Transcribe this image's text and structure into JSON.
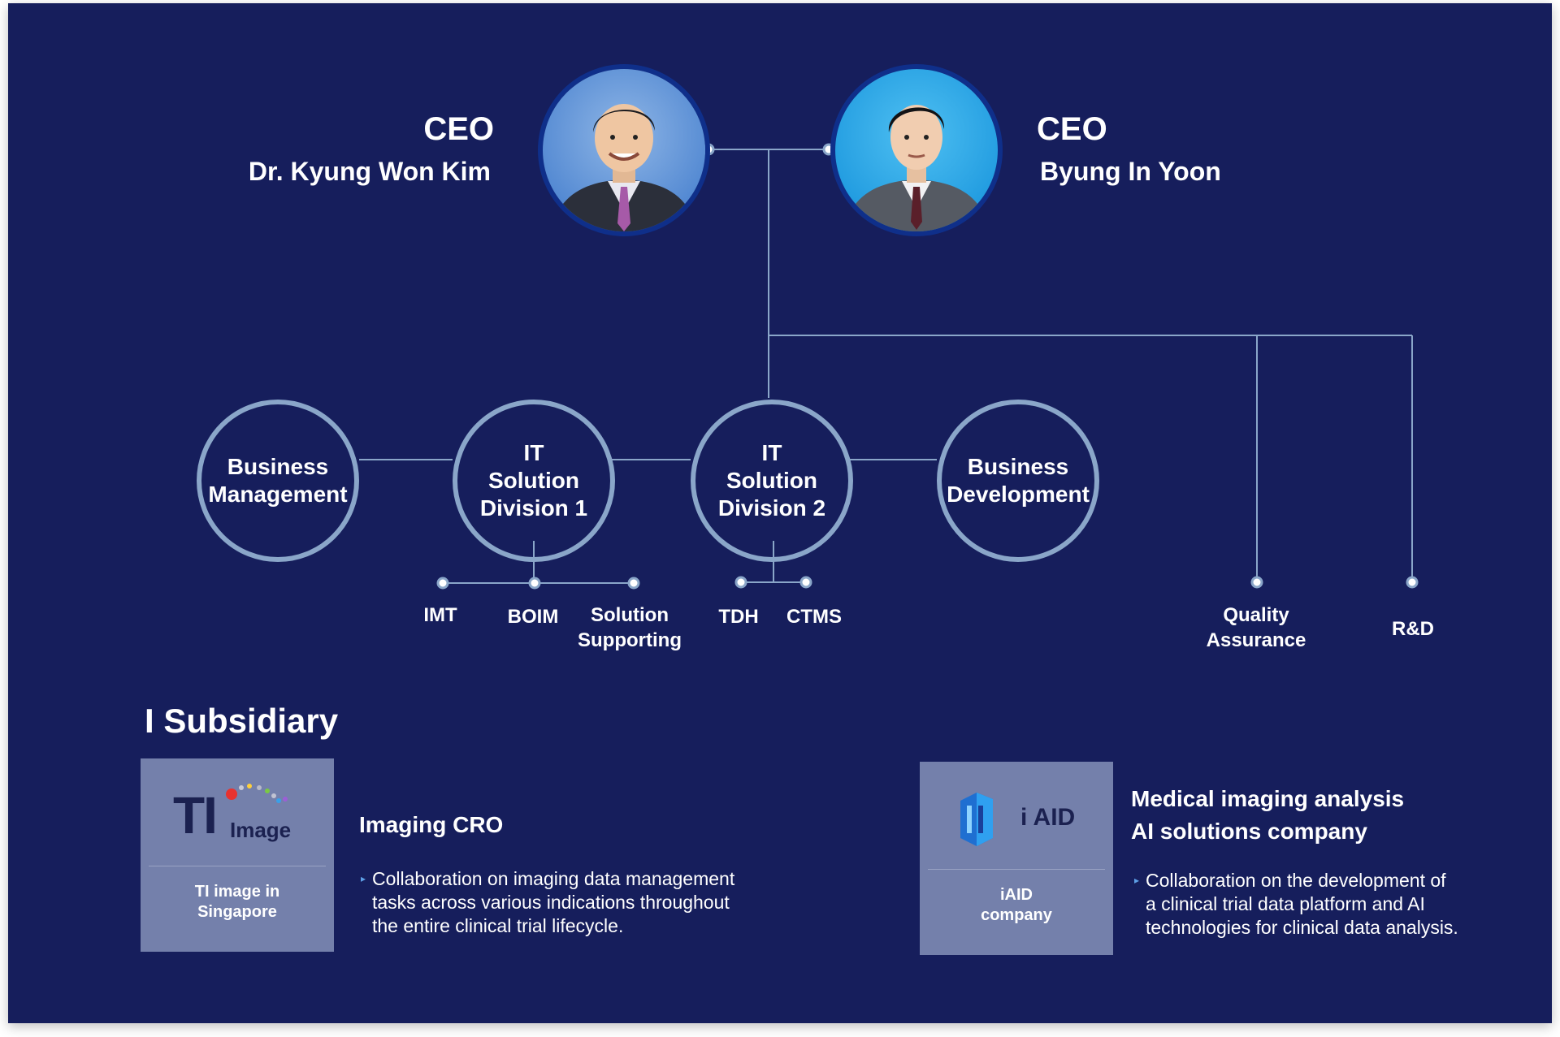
{
  "ceos": [
    {
      "role": "CEO",
      "name": "Dr. Kyung Won Kim"
    },
    {
      "role": "CEO",
      "name": "Byung In Yoon"
    }
  ],
  "divisions": [
    {
      "label": "Business\nManagement"
    },
    {
      "label": "IT\nSolution\nDivision 1"
    },
    {
      "label": "IT\nSolution\nDivision 2"
    },
    {
      "label": "Business\nDevelopment"
    }
  ],
  "teams": {
    "imt": "IMT",
    "boim": "BOIM",
    "solution_supporting": "Solution\nSupporting",
    "tdh": "TDH",
    "ctms": "CTMS",
    "quality_assurance": "Quality\nAssurance",
    "rnd": "R&D"
  },
  "subsidiary": {
    "title": "I Subsidiary",
    "companies": [
      {
        "logo_text_main": "TI",
        "logo_text_sub": "Image",
        "card_label": "TI image in\nSingapore",
        "heading": "Imaging CRO",
        "description": [
          "Collaboration on imaging data management",
          "tasks across various indications throughout",
          "the entire clinical trial lifecycle."
        ]
      },
      {
        "logo_text_main": "i AID",
        "card_label": "iAID\ncompany",
        "heading": "Medical imaging analysis\nAI solutions company",
        "heading_lines": [
          "Medical imaging analysis",
          "AI solutions company"
        ],
        "description": [
          "Collaboration on the development of",
          "a clinical trial data platform and AI",
          "technologies for clinical data analysis."
        ]
      }
    ]
  },
  "colors": {
    "background": "#161e5c",
    "line": "#8aa6c9",
    "card": "#7480ab",
    "bullet": "#5ea0e6"
  }
}
